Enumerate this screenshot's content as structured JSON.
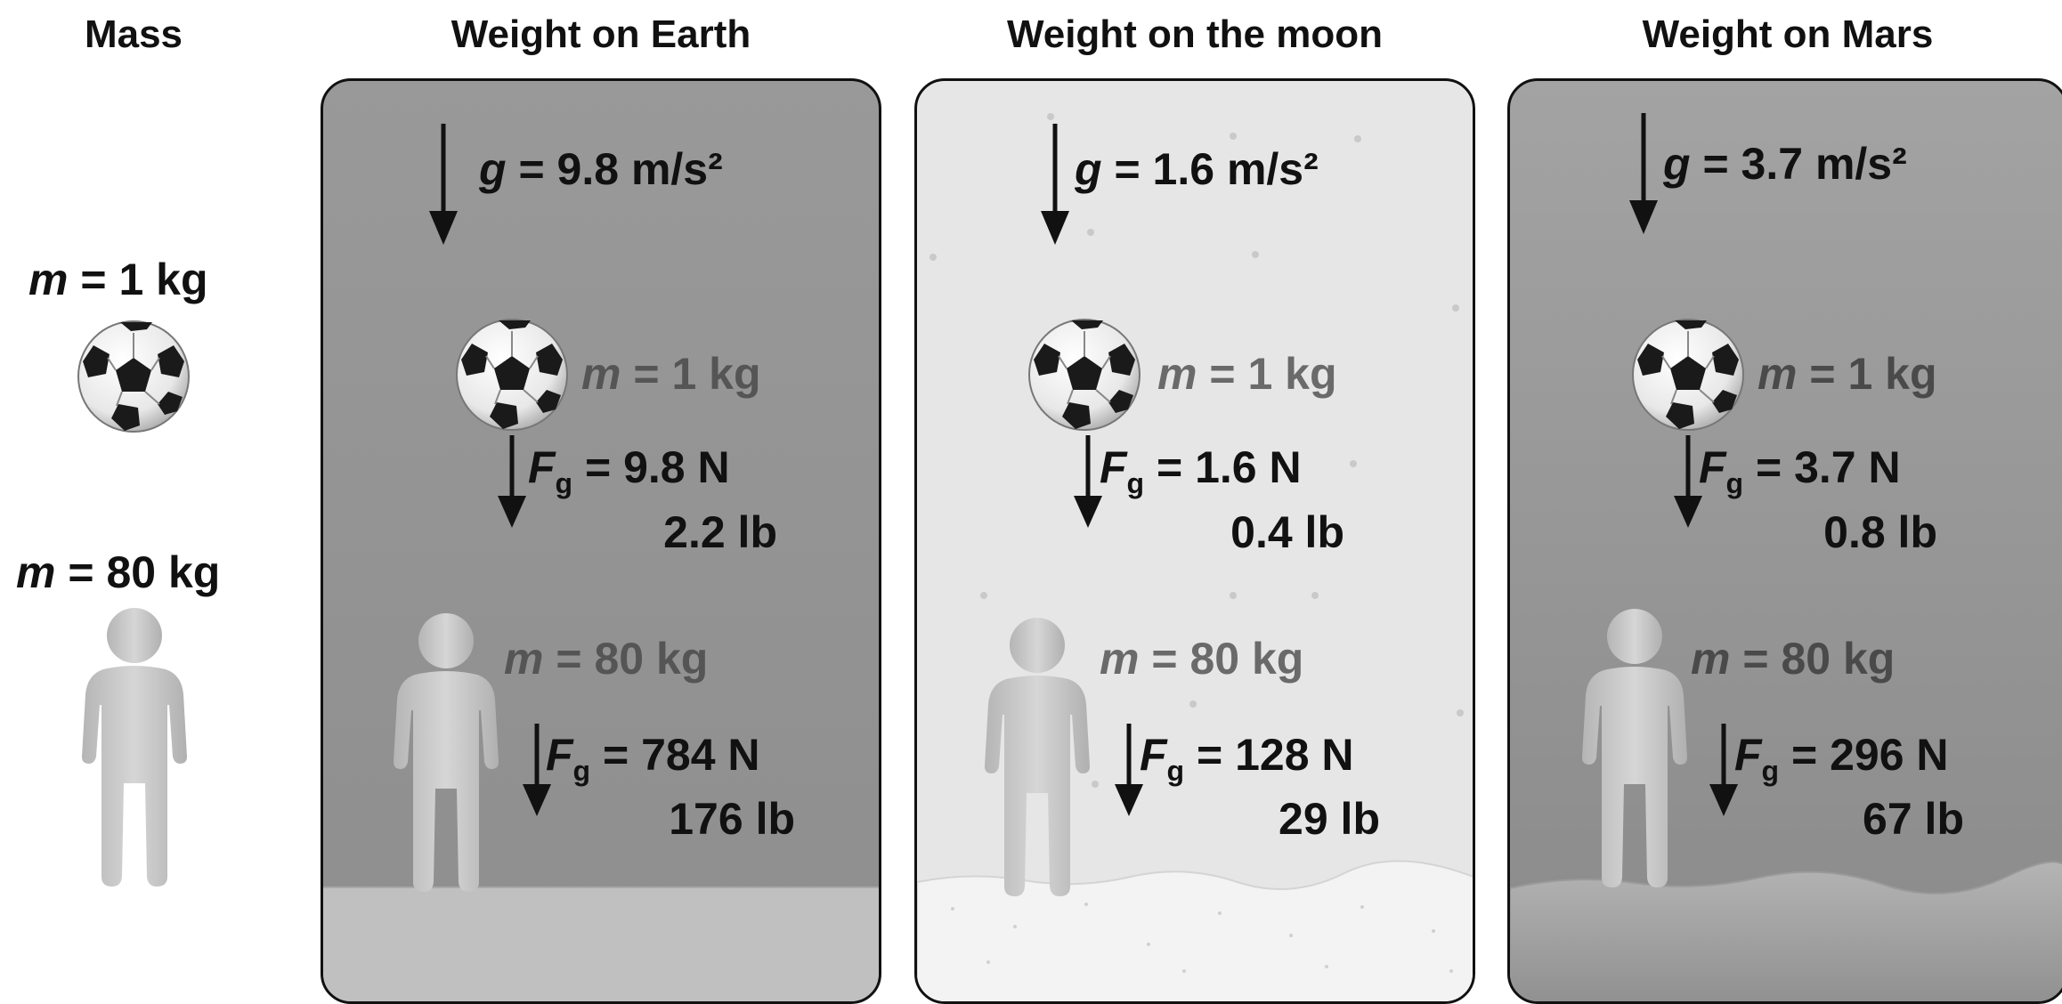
{
  "headings": {
    "mass": "Mass",
    "earth": "Weight on Earth",
    "moon": "Weight on the moon",
    "mars": "Weight on Mars"
  },
  "mass_column": {
    "ball_mass": "= 1 kg",
    "person_mass": "= 80 kg"
  },
  "labels": {
    "m": "m",
    "g": "g",
    "F": "F",
    "g_sub": "g"
  },
  "panels": {
    "earth": {
      "gravity": "= 9.8 m/s²",
      "ball_mass": "= 1 kg",
      "ball_force_n": "= 9.8 N",
      "ball_force_lb": "2.2 lb",
      "person_mass": "= 80 kg",
      "person_force_n": "= 784 N",
      "person_force_lb": "176 lb"
    },
    "moon": {
      "gravity": "= 1.6 m/s²",
      "ball_mass": "= 1 kg",
      "ball_force_n": "= 1.6 N",
      "ball_force_lb": "0.4 lb",
      "person_mass": "= 80 kg",
      "person_force_n": "= 128 N",
      "person_force_lb": "29 lb"
    },
    "mars": {
      "gravity": "= 3.7 m/s²",
      "ball_mass": "= 1 kg",
      "ball_force_n": "= 3.7 N",
      "ball_force_lb": "0.8 lb",
      "person_mass": "= 80 kg",
      "person_force_n": "= 296 N",
      "person_force_lb": "67 lb"
    }
  },
  "colors": {
    "earth_bg": "#999999",
    "moon_bg": "#e6e6e6",
    "mars_bg": "#a3a3a3",
    "person": "#c8c8c8",
    "text": "#111111"
  },
  "icons": [
    "soccer-ball-icon",
    "person-icon",
    "down-arrow-icon"
  ]
}
